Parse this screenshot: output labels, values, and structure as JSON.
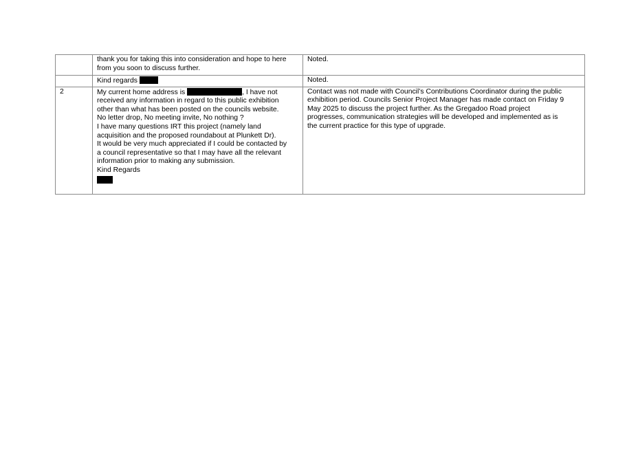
{
  "rows": [
    {
      "number": "",
      "submission_lines": [
        "thank you for taking this into consideration and hope to here",
        "from you soon to discuss further."
      ],
      "response": "Noted."
    },
    {
      "number": "",
      "submission_lines": [
        "Kind regards"
      ],
      "response": "Noted."
    },
    {
      "number": "2",
      "submission_lines": [
        "My current home address is",
        ", I have not",
        "received any information in regard to this public exhibition",
        "other than what has been posted on the councils website.",
        "No letter drop, No meeting invite, No nothing ?",
        "I have many questions IRT this project (namely land",
        "acquisition and the proposed roundabout at Plunkett Dr).",
        "It would be very much appreciated if I could be contacted by",
        "a council representative so that I may have all the relevant",
        "information prior to making any submission.",
        "Kind Regards"
      ],
      "response_lines": [
        "Contact was not made with Council’s Contributions Coordinator during the public",
        "exhibition period. Councils Senior Project Manager has made contact on Friday 9",
        "May 2025 to discuss the project further. As the Gregadoo Road project",
        "progresses, communication strategies will be developed and implemented as is",
        "the current practice for this type of upgrade."
      ]
    }
  ]
}
